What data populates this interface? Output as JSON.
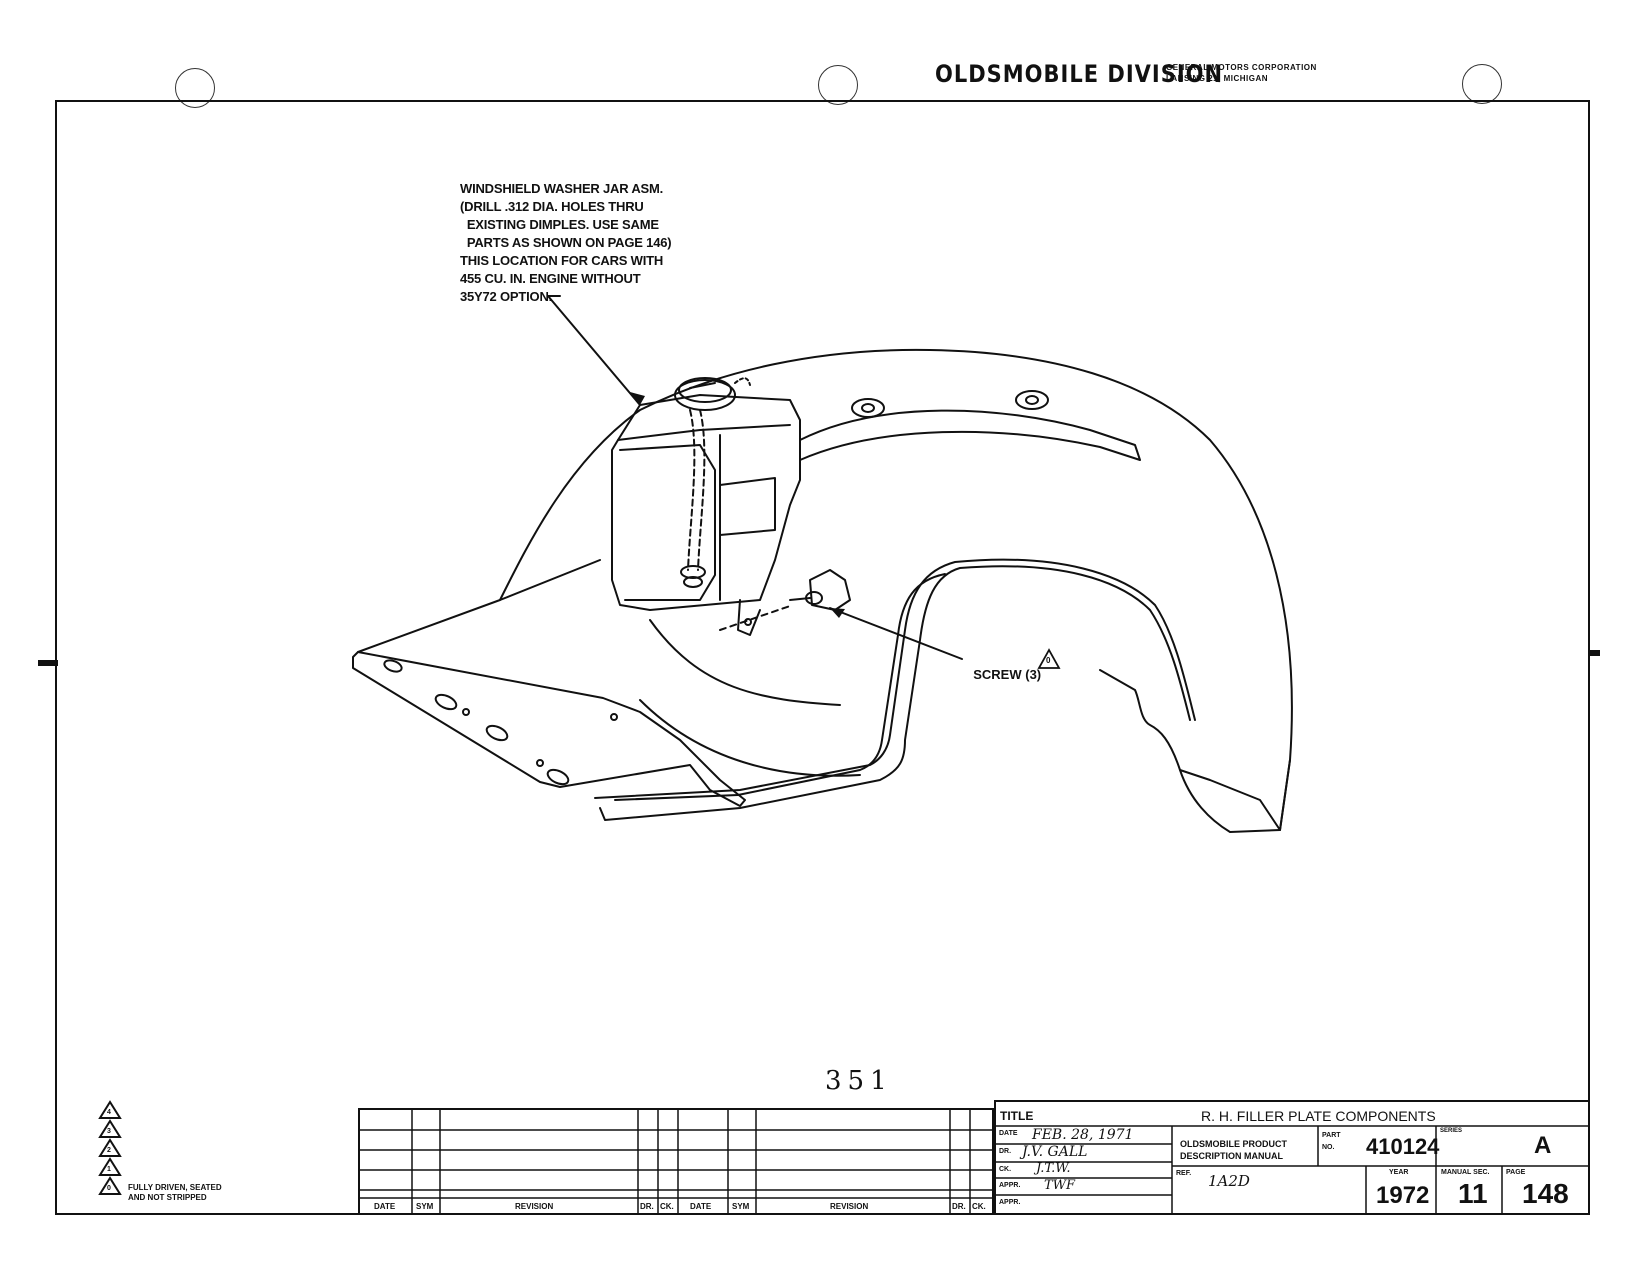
{
  "header": {
    "division": "OLDSMOBILE DIVISION",
    "corporation": "GENERAL MOTORS CORPORATION",
    "location": "LANSING 21, MICHIGAN"
  },
  "callouts": {
    "washer_jar": "WINDSHIELD WASHER JAR ASM.\n(DRILL .312 DIA. HOLES THRU\n  EXISTING DIMPLES. USE SAME\n  PARTS AS SHOWN ON PAGE 146)\nTHIS LOCATION FOR CARS WITH\n455 CU. IN. ENGINE WITHOUT\n35Y72 OPTION.",
    "screw": "SCREW (3)",
    "screw_symbol": "0"
  },
  "sheet_number": "351",
  "legend": {
    "symbols": [
      "4",
      "3",
      "2",
      "1",
      "0"
    ],
    "note": "FULLY DRIVEN, SEATED\nAND NOT STRIPPED"
  },
  "revision_block": {
    "headers": [
      "DATE",
      "SYM",
      "REVISION",
      "DR.",
      "CK.",
      "DATE",
      "SYM",
      "REVISION",
      "DR.",
      "CK."
    ]
  },
  "title_block": {
    "title_label": "TITLE",
    "title": "R. H. FILLER PLATE COMPONENTS",
    "date_label": "DATE",
    "date": "FEB. 28, 1971",
    "dr_label": "DR.",
    "dr": "J.V. GALL",
    "ck_label": "CK.",
    "ck": "J.T.W.",
    "appr_label": "APPR.",
    "appr": "TWF",
    "appr2_label": "APPR.",
    "manual_name": "OLDSMOBILE PRODUCT\nDESCRIPTION MANUAL",
    "ref_label": "REF.",
    "ref": "1A2D",
    "part_label": "PART\nNO.",
    "part_no": "410124",
    "series_label": "SERIES",
    "series": "A",
    "year_label": "YEAR",
    "year": "1972",
    "manual_sec_label": "MANUAL SEC.",
    "manual_sec": "11",
    "page_label": "PAGE",
    "page": "148"
  }
}
